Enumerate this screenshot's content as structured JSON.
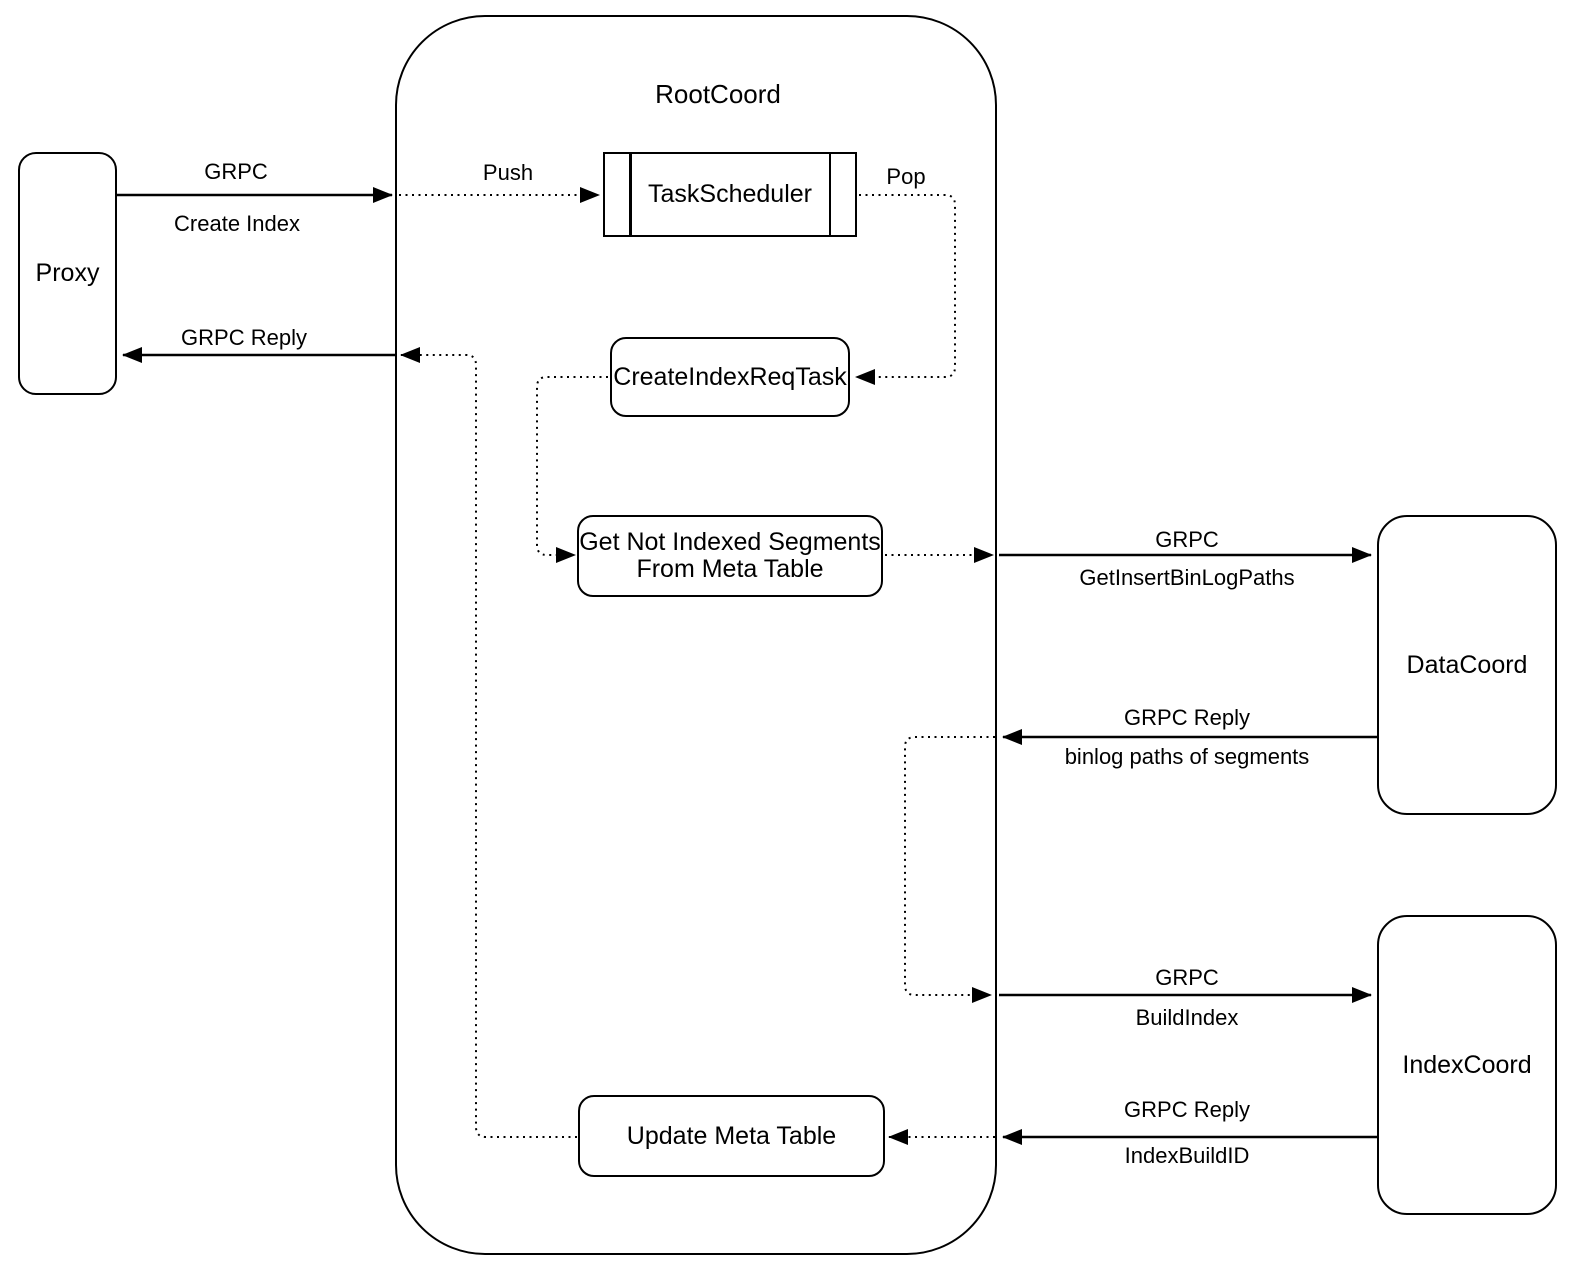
{
  "colors": {
    "canvas_background": "#ffffff",
    "line_color": "#000000",
    "text_color": "#000000"
  },
  "nodes": {
    "proxy": {
      "label": "Proxy"
    },
    "rootcoord": {
      "label": "RootCoord"
    },
    "task_scheduler": {
      "label": "TaskScheduler"
    },
    "create_index_req_task": {
      "label": "CreateIndexReqTask"
    },
    "get_not_indexed_segments": {
      "line1": "Get Not Indexed Segments",
      "line2": "From Meta Table"
    },
    "update_meta_table": {
      "label": "Update Meta Table"
    },
    "datacoord": {
      "label": "DataCoord"
    },
    "indexcoord": {
      "label": "IndexCoord"
    }
  },
  "edge_labels": {
    "create_index": {
      "top": "GRPC",
      "bottom": "Create Index"
    },
    "grpc_reply_to_proxy": {
      "top": "GRPC Reply"
    },
    "push": {
      "label": "Push"
    },
    "pop": {
      "label": "Pop"
    },
    "get_insert_binlog_paths": {
      "top": "GRPC",
      "bottom": "GetInsertBinLogPaths"
    },
    "binlog_paths_reply": {
      "top": "GRPC Reply",
      "bottom": "binlog paths of segments"
    },
    "build_index": {
      "top": "GRPC",
      "bottom": "BuildIndex"
    },
    "index_build_id_reply": {
      "top": "GRPC Reply",
      "bottom": "IndexBuildID"
    }
  }
}
